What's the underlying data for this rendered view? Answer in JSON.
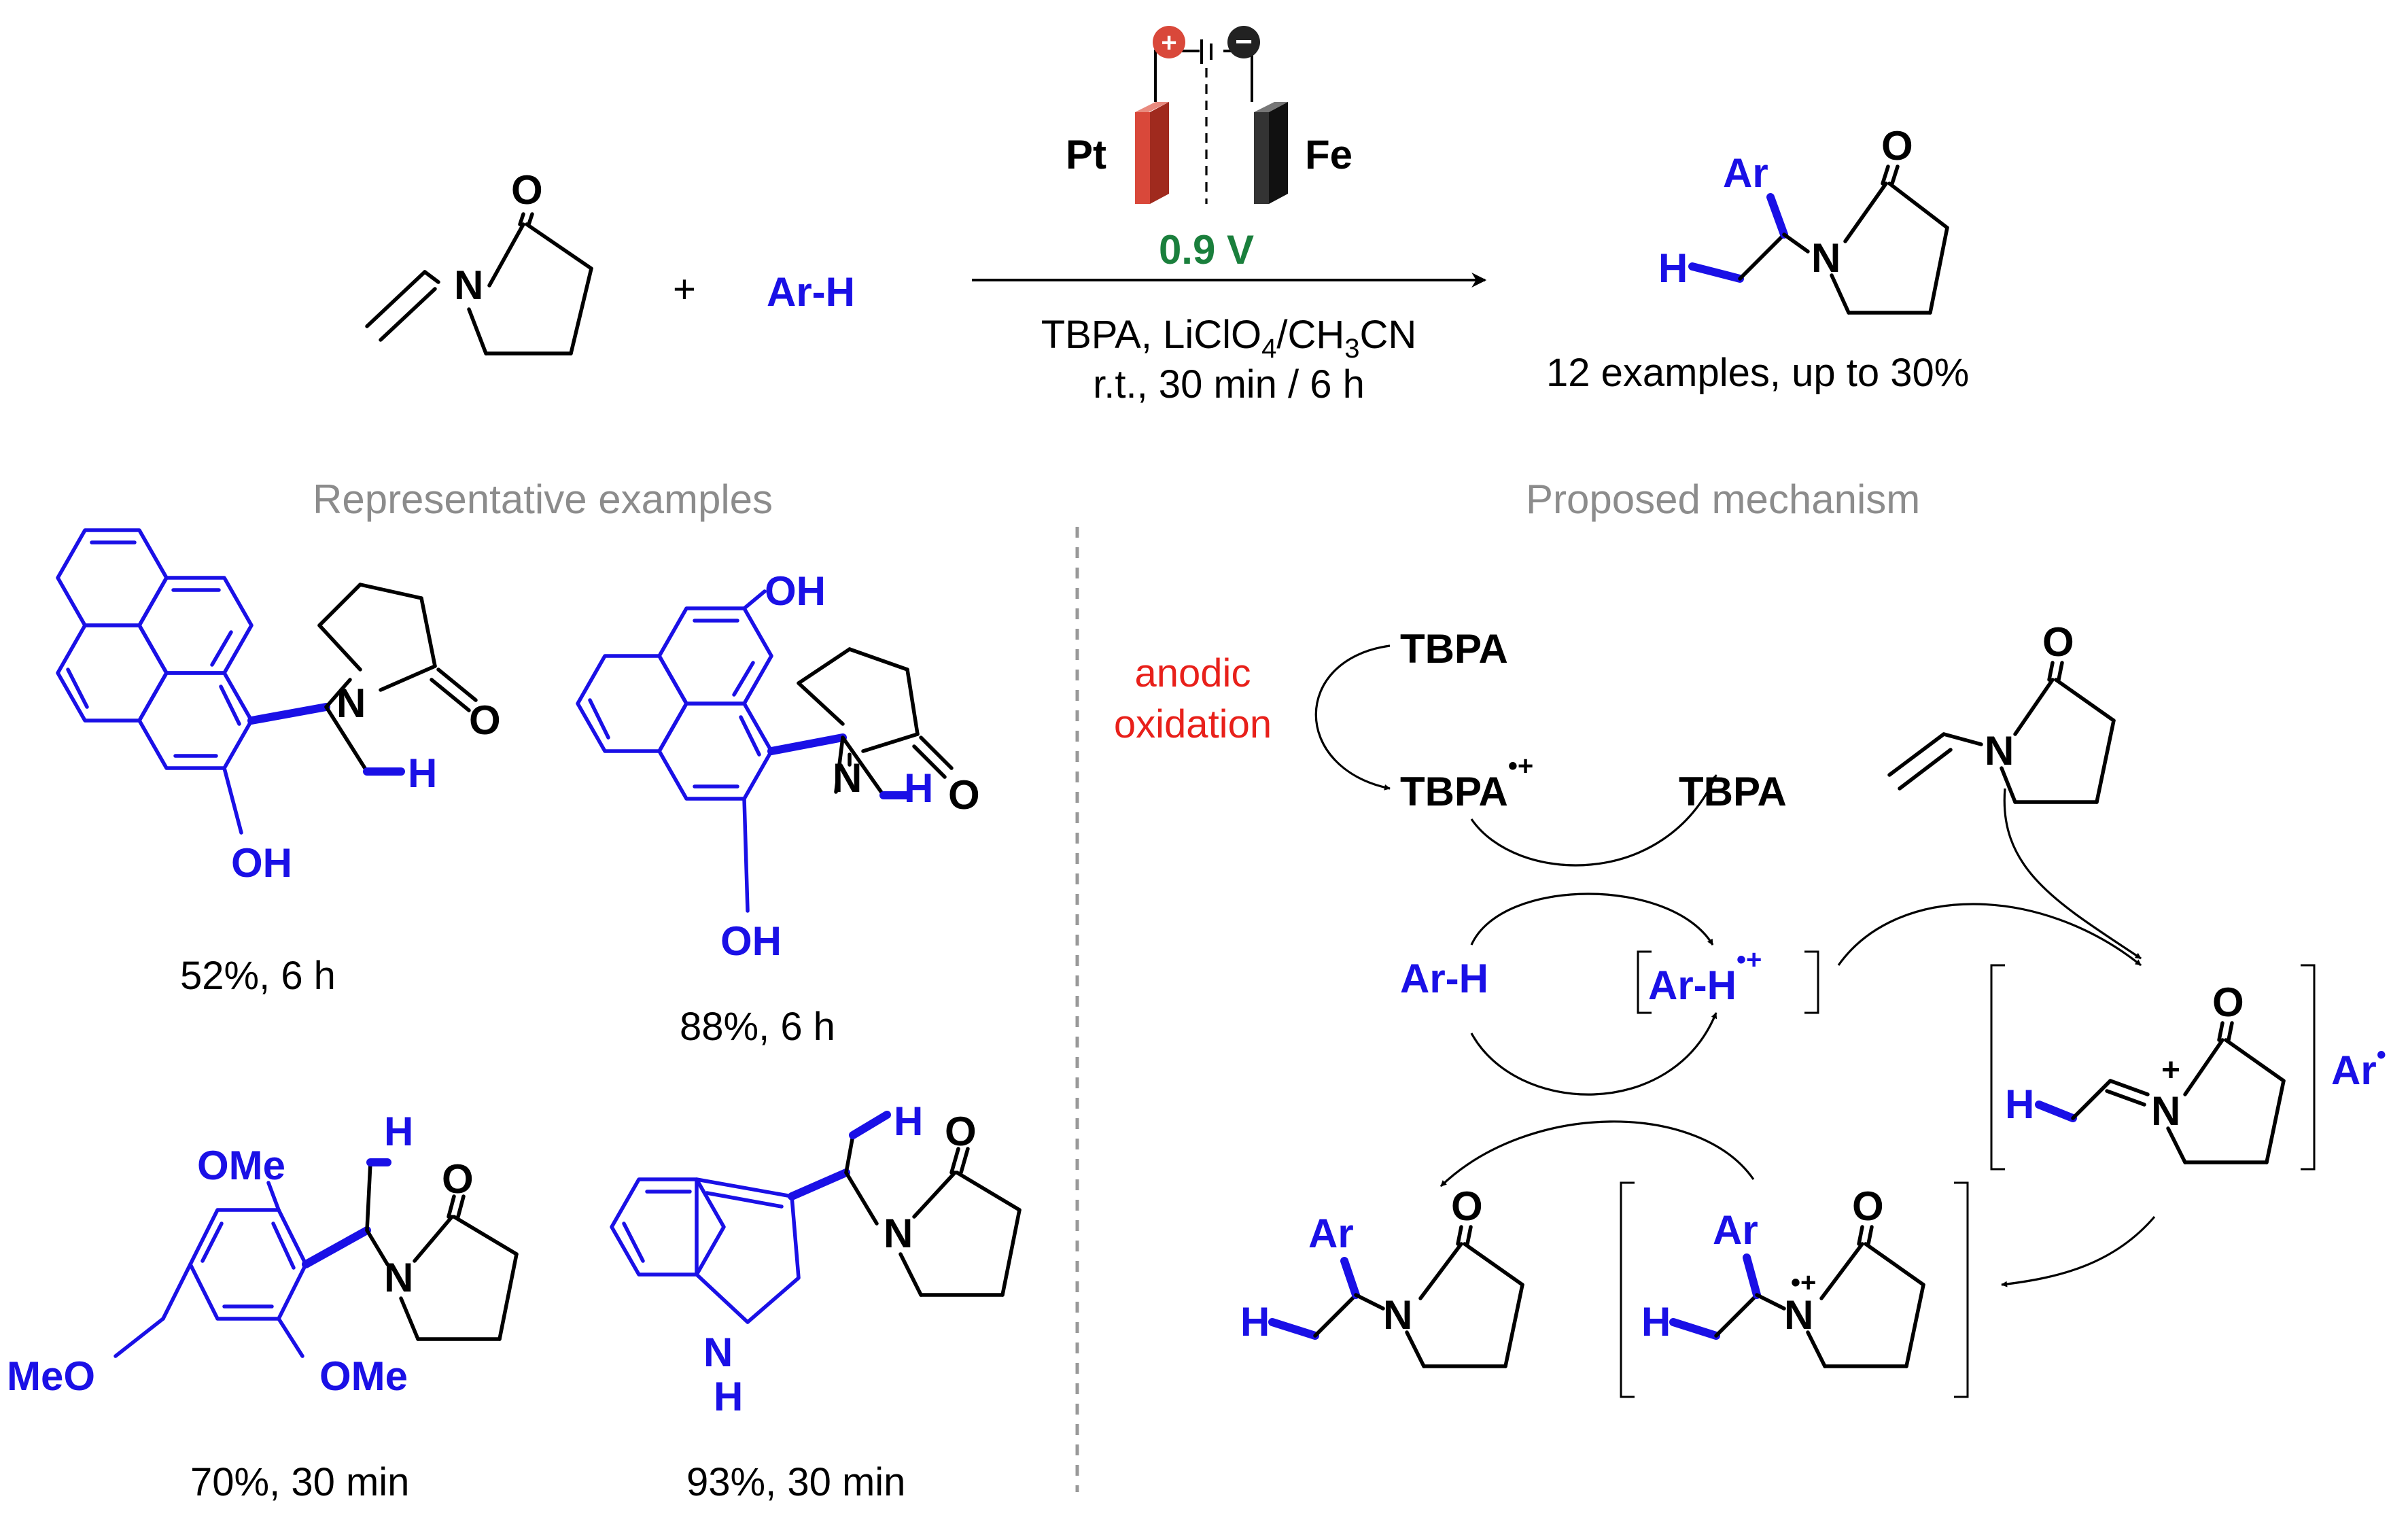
{
  "colors": {
    "black": "#000000",
    "blue": "#1a10e6",
    "green": "#1a7f3c",
    "red": "#e8201a",
    "gray": "#8c8c8c",
    "anode": "#d9483a",
    "cathode": "#333333"
  },
  "reaction": {
    "reactant_atoms": {
      "oxygen": "O",
      "nitrogen": "N"
    },
    "plus": "+",
    "arene": "Ar-H",
    "anode_label": "Pt",
    "cathode_label": "Fe",
    "anode_sign": "+",
    "cathode_sign": "−",
    "voltage": "0.9 V",
    "conditions_line1_a": "TBPA, LiClO",
    "conditions_line1_sub1": "4",
    "conditions_line1_b": "/CH",
    "conditions_line1_sub2": "3",
    "conditions_line1_c": "CN",
    "conditions_line2": "r.t., 30 min / 6 h",
    "product_atoms": {
      "aryl": "Ar",
      "hydrogen": "H",
      "oxygen": "O",
      "nitrogen": "N"
    },
    "summary": "12 examples, up to 30%"
  },
  "examples": {
    "heading": "Representative examples",
    "items": [
      {
        "yield": "52%, 6 h",
        "groups": [
          "OH"
        ]
      },
      {
        "yield": "88%, 6 h",
        "groups": [
          "OH",
          "OH"
        ]
      },
      {
        "yield": "70%, 30 min",
        "groups": [
          "OMe",
          "OMe",
          "MeO"
        ]
      },
      {
        "yield": "93%, 30 min",
        "groups": [
          "N",
          "H"
        ]
      }
    ],
    "atoms": {
      "hydrogen": "H",
      "oxygen": "O",
      "nitrogen": "N"
    }
  },
  "mechanism": {
    "heading": "Proposed mechanism",
    "anodic_line1": "anodic",
    "anodic_line2": "oxidation",
    "tbpa": "TBPA",
    "radical_cation_sup": "•+",
    "arene": "Ar-H",
    "iminium_plus": "+",
    "aryl_radical": "Ar",
    "radical_dot": "•",
    "atoms": {
      "aryl": "Ar",
      "hydrogen": "H",
      "oxygen": "O",
      "nitrogen": "N"
    }
  }
}
